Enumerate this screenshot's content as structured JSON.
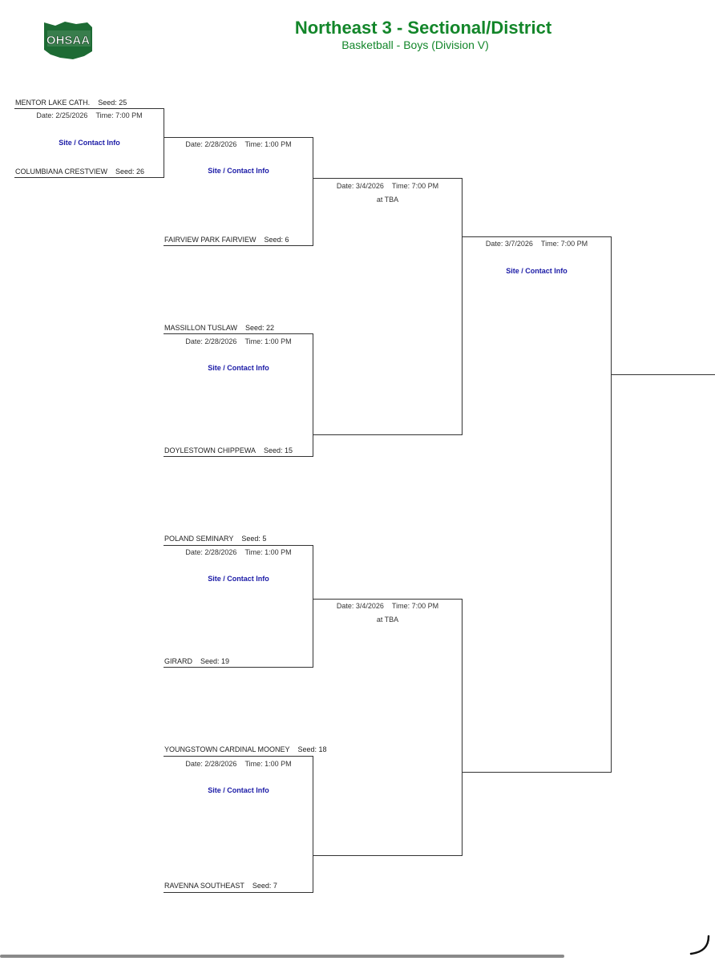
{
  "header": {
    "logo_text": "OHSAA",
    "title": "Northeast 3 - Sectional/District",
    "subtitle": "Basketball - Boys (Division V)"
  },
  "round1": {
    "game1": {
      "team_top": "MENTOR LAKE CATH.",
      "seed_top": "Seed: 25",
      "date": "Date: 2/25/2026",
      "time": "Time: 7:00 PM",
      "site": "Site / Contact Info",
      "team_bottom": "COLUMBIANA CRESTVIEW",
      "seed_bottom": "Seed: 26"
    }
  },
  "round2": {
    "game1": {
      "date": "Date: 2/28/2026",
      "time": "Time: 1:00 PM",
      "site": "Site / Contact Info",
      "team_bottom": "FAIRVIEW PARK FAIRVIEW",
      "seed_bottom": "Seed: 6"
    },
    "game2": {
      "team_top": "MASSILLON TUSLAW",
      "seed_top": "Seed: 22",
      "date": "Date: 2/28/2026",
      "time": "Time: 1:00 PM",
      "site": "Site / Contact Info",
      "team_bottom": "DOYLESTOWN CHIPPEWA",
      "seed_bottom": "Seed: 15"
    },
    "game3": {
      "team_top": "POLAND SEMINARY",
      "seed_top": "Seed: 5",
      "date": "Date: 2/28/2026",
      "time": "Time: 1:00 PM",
      "site": "Site / Contact Info",
      "team_bottom": "GIRARD",
      "seed_bottom": "Seed: 19"
    },
    "game4": {
      "team_top": "YOUNGSTOWN CARDINAL MOONEY",
      "seed_top": "Seed: 18",
      "date": "Date: 2/28/2026",
      "time": "Time: 1:00 PM",
      "site": "Site / Contact Info",
      "team_bottom": "RAVENNA SOUTHEAST",
      "seed_bottom": "Seed: 7"
    }
  },
  "round3": {
    "game1": {
      "date": "Date: 3/4/2026",
      "time": "Time: 7:00 PM",
      "site": "at TBA"
    },
    "game2": {
      "date": "Date: 3/4/2026",
      "time": "Time: 7:00 PM",
      "site": "at TBA"
    }
  },
  "round4": {
    "game1": {
      "date": "Date: 3/7/2026",
      "time": "Time: 7:00 PM",
      "site": "Site / Contact Info"
    }
  }
}
